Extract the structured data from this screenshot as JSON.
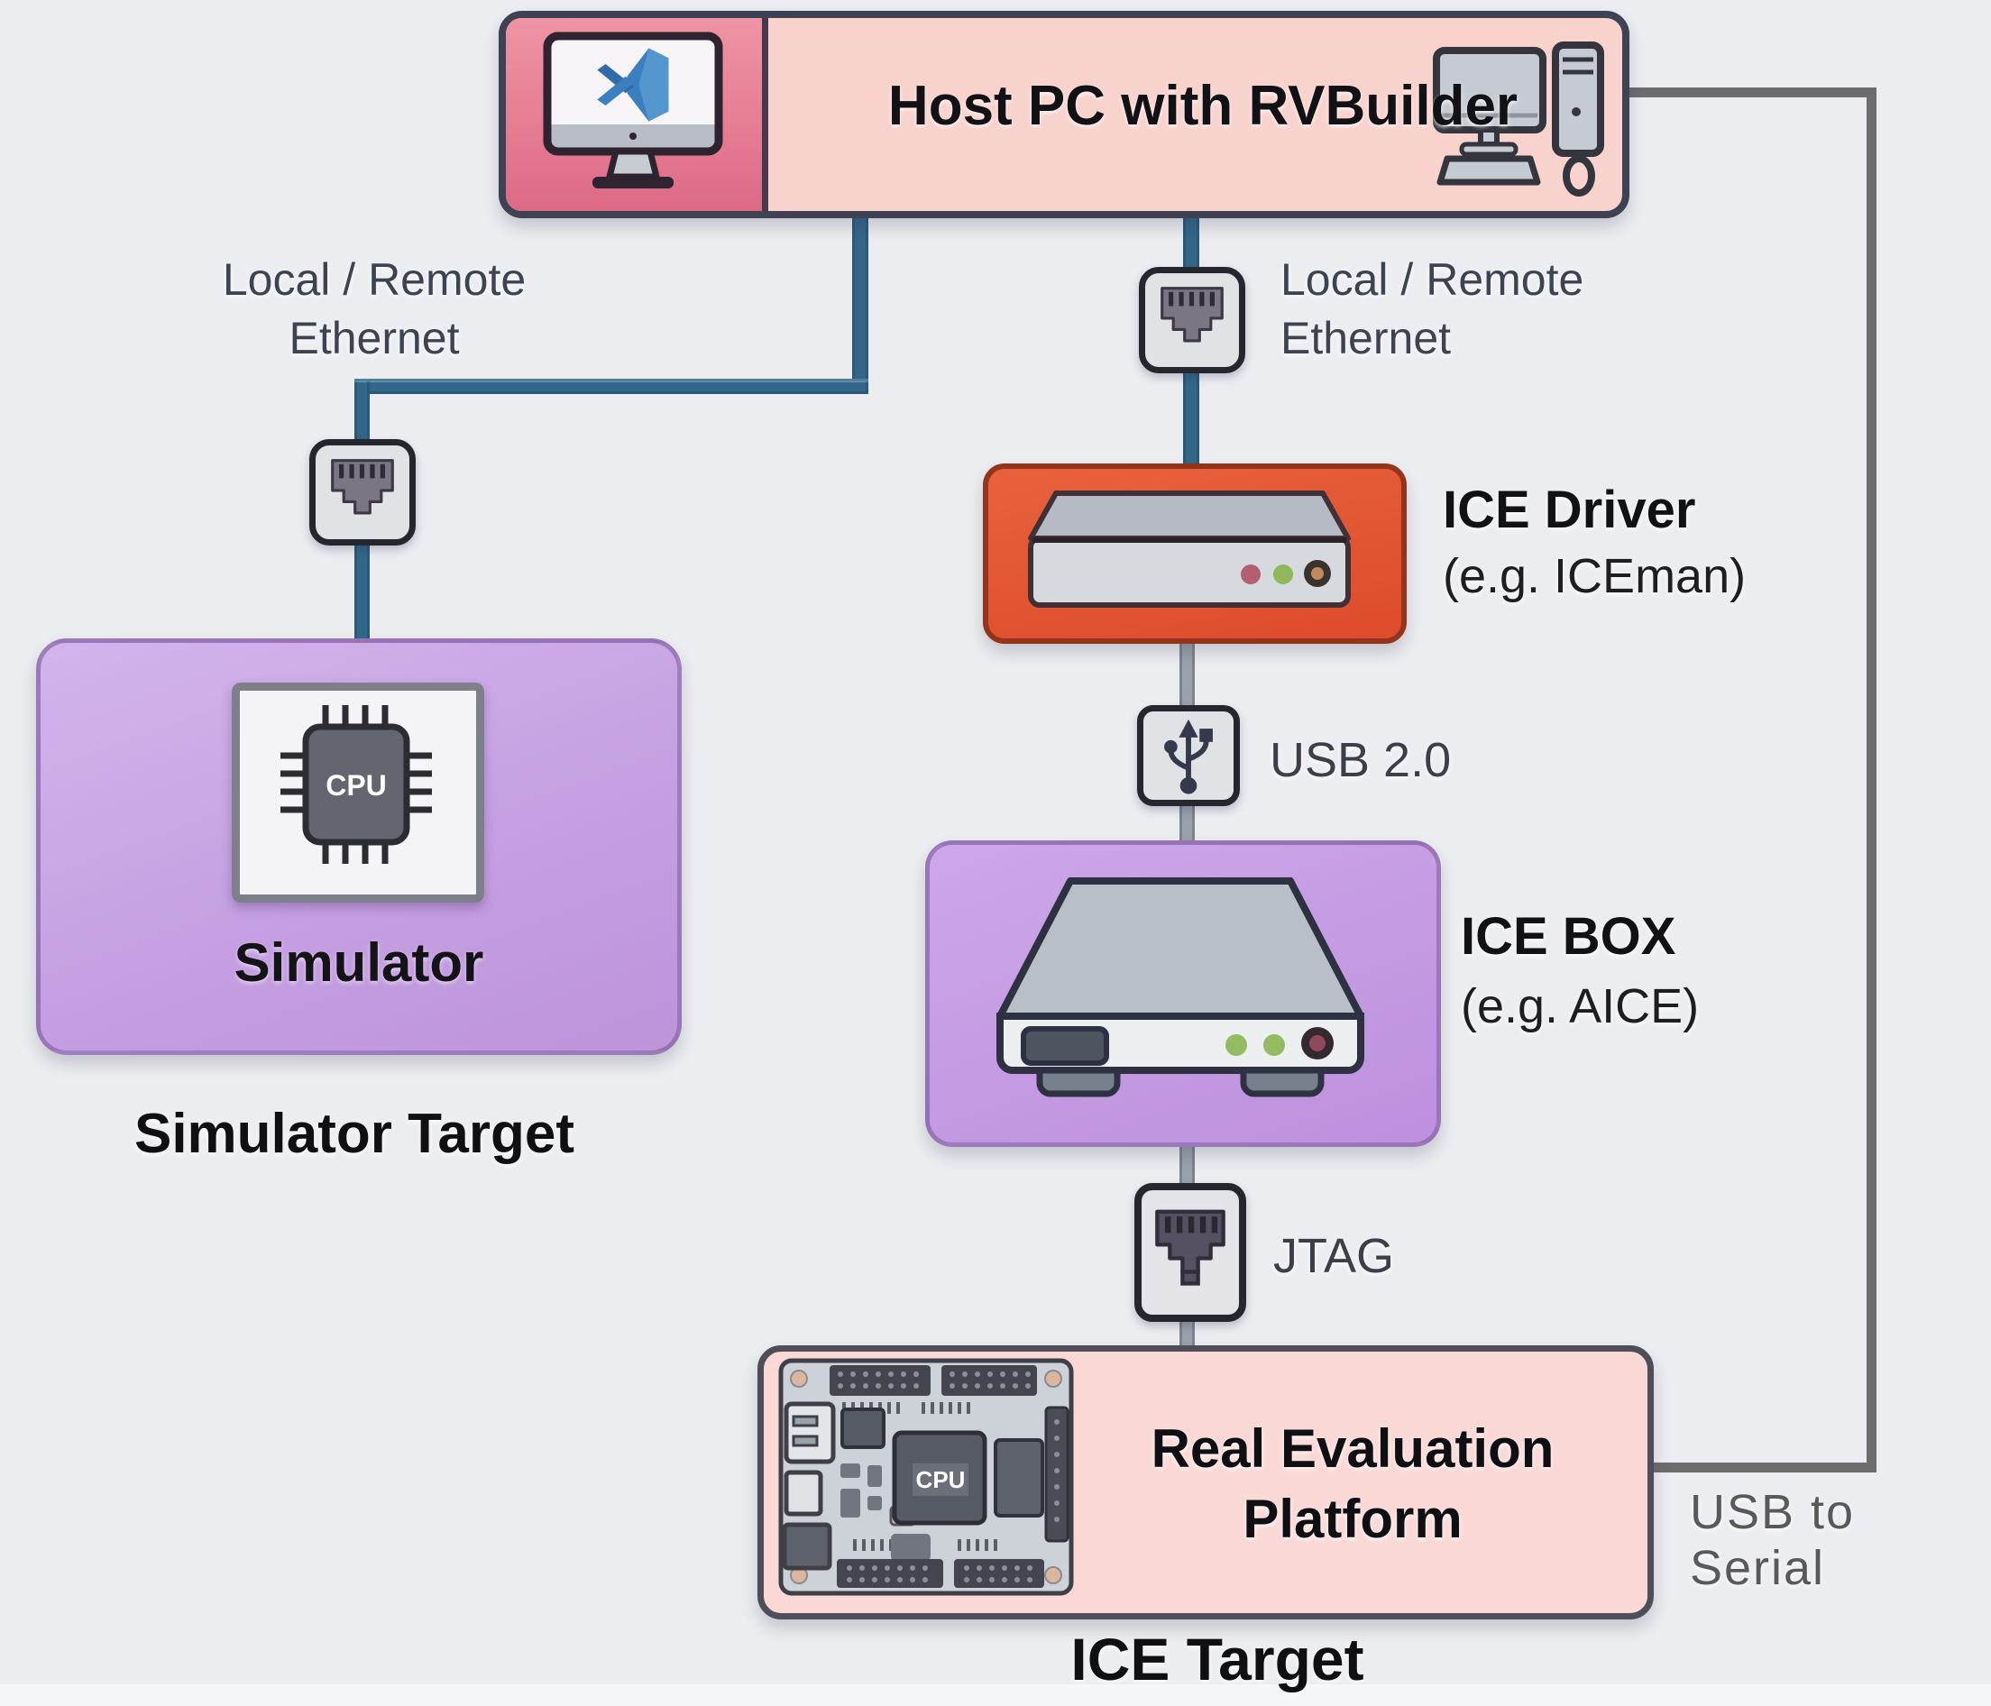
{
  "diagram": {
    "host": {
      "title": "Host PC with RVBuilder"
    },
    "left_branch": {
      "conn_label_line1": "Local / Remote",
      "conn_label_line2": "Ethernet",
      "node_label": "Simulator",
      "caption": "Simulator Target",
      "chip_label": "CPU"
    },
    "right_branch": {
      "conn_label_line1": "Local / Remote",
      "conn_label_line2": "Ethernet",
      "ice_driver": {
        "title": "ICE Driver",
        "subtitle": "(e.g. ICEman)"
      },
      "usb_label": "USB 2.0",
      "ice_box": {
        "title": "ICE BOX",
        "subtitle": "(e.g. AICE)"
      },
      "jtag_label": "JTAG",
      "real_eval": {
        "title_line1": "Real Evaluation",
        "title_line2": "Platform",
        "caption": "ICE Target",
        "board_chip_label": "CPU"
      },
      "serial_label": "USB to Serial"
    },
    "colors": {
      "background": "#ecedf1",
      "host_fill": "#f8d2cc",
      "host_accent_panel": "#e57d92",
      "ice_driver_fill": "#e25433",
      "purple_fill": "#c6a0e2",
      "real_eval_fill": "#f9d8d5",
      "ethernet_line": "#336789",
      "usb_line": "#9aa1ab",
      "serial_line": "#6d6d6d",
      "dark_border": "#3e4253"
    }
  }
}
